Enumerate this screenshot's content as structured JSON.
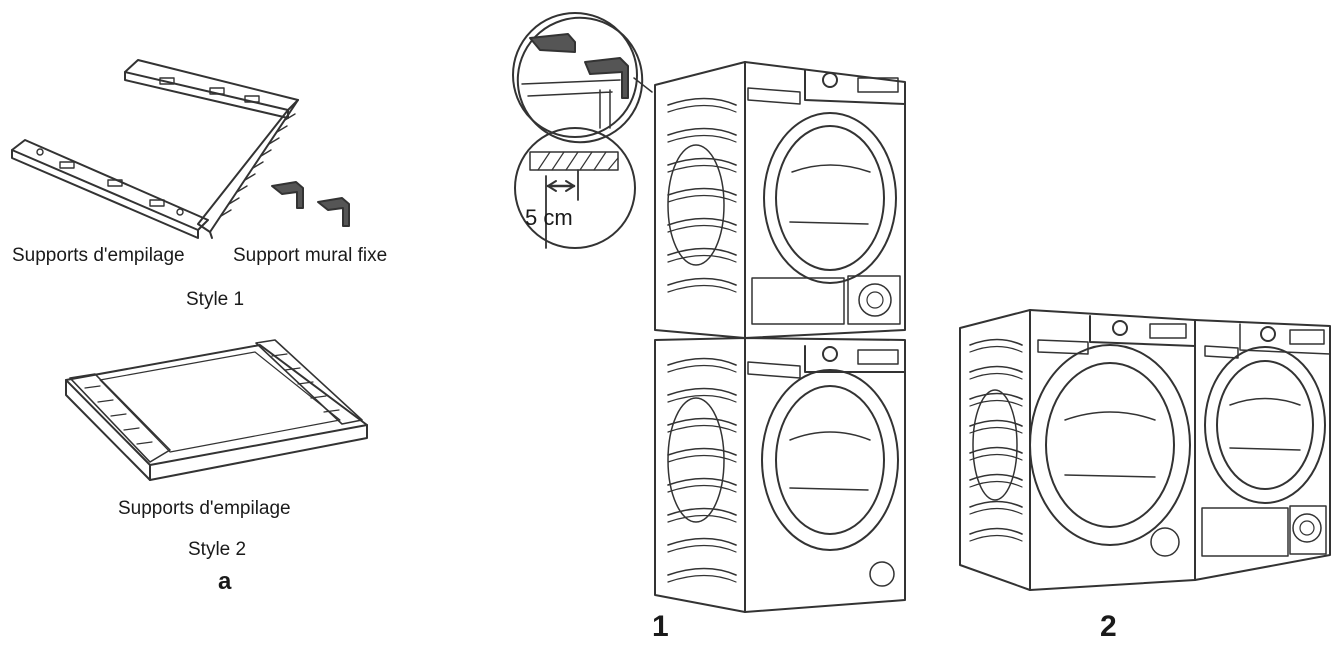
{
  "panel_a": {
    "style1": {
      "left_caption": "Supports d'empilage",
      "right_caption": "Support mural fixe",
      "style_label": "Style 1"
    },
    "style2": {
      "caption": "Supports d'empilage",
      "style_label": "Style 2"
    },
    "panel_label": "a"
  },
  "detail_callout": {
    "distance_label": "5 cm"
  },
  "figure_labels": {
    "stacked": "1",
    "side_by_side": "2"
  }
}
